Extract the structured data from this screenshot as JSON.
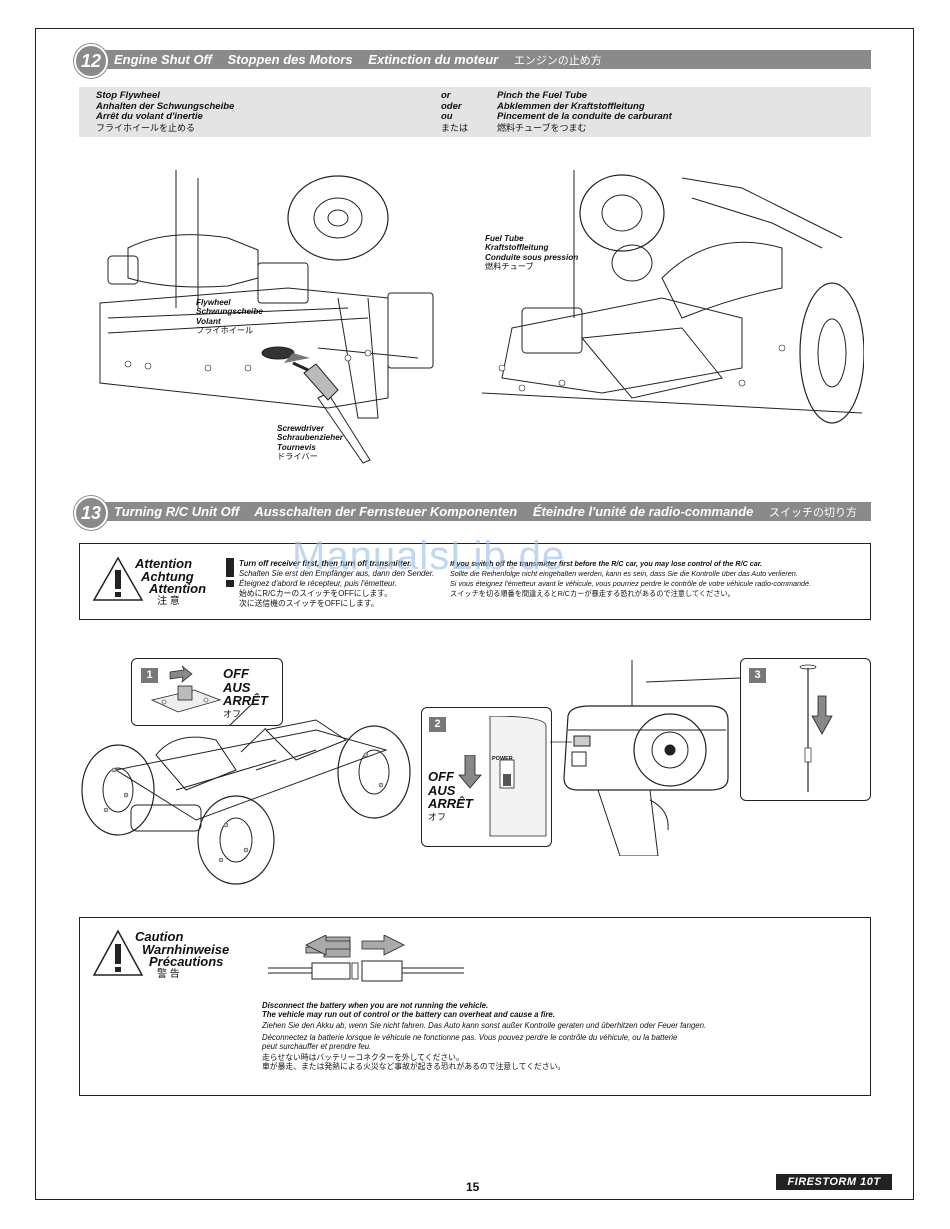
{
  "sections": {
    "s12": {
      "number": "12",
      "titles": [
        "Engine Shut Off",
        "Stoppen des Motors",
        "Extinction du moteur",
        "エンジンの止め方"
      ],
      "left_instr": [
        "Stop Flywheel",
        "Anhalten der Schwungscheibe",
        "Arrêt du volant d'inertie",
        "フライホイールを止める"
      ],
      "or_words": [
        "or",
        "oder",
        "ou",
        "または"
      ],
      "right_instr": [
        "Pinch the Fuel Tube",
        "Abklemmen der Kraftstoffleitung",
        "Pincement de la conduite de carburant",
        "燃料チューブをつまむ"
      ],
      "flywheel_label": [
        "Flywheel",
        "Schwungscheibe",
        "Volant",
        "フライホイール"
      ],
      "screwdriver_label": [
        "Screwdriver",
        "Schraubenzieher",
        "Tournevis",
        "ドライバー"
      ],
      "fueltube_label": [
        "Fuel Tube",
        "Kraftstoffleitung",
        "Conduite sous pression",
        "燃料チューブ"
      ]
    },
    "s13": {
      "number": "13",
      "titles": [
        "Turning R/C Unit Off",
        "Ausschalten der Fernsteuer Komponenten",
        "Éteindre l'unité de radio-commande",
        "スイッチの切り方"
      ],
      "attention_head": [
        "Attention",
        "Achtung",
        "Attention",
        "注 意"
      ],
      "attention_left": [
        "Turn off receiver first, then turn off transmitter.",
        "Schalten Sie erst den Empfänger aus, dann den Sender.",
        "Éteignez d'abord le récepteur, puis l'émetteur.",
        "始めにR/CカーのスイッチをOFFにします。",
        "次に送信機のスイッチをOFFにします。"
      ],
      "attention_right": [
        "If you switch off the transmitter first before the R/C car, you may lose control of the R/C car.",
        "Sollte die Reihenfolge nicht eingehalten werden, kann es sein, dass Sie die Kontrolle über das Auto verlieren.",
        "Si vous éteignez l'émetteur avant le véhicule, vous pourriez perdre le contrôle de votre véhicule radio-commandé.",
        "スイッチを切る順番を間違えるとR/Cカーが暴走する恐れがあるので注意してください。"
      ],
      "step1": "1",
      "step2": "2",
      "step3": "3",
      "off_words": [
        "OFF",
        "AUS",
        "ARRÊT",
        "オフ"
      ],
      "power_label": "POWER"
    },
    "caution": {
      "head": [
        "Caution",
        "Warnhinweise",
        "Précautions",
        "警 告"
      ],
      "lines": [
        "Disconnect the battery when you are not running the vehicle.",
        "The vehicle may run out of control or the battery can overheat and cause a fire.",
        "Ziehen Sie den Akku ab, wenn Sie nicht fahren. Das Auto kann sonst außer Kontrolle geraten und überhitzen oder Feuer fangen.",
        "Déconnectez la batterie lorsque le véhicule ne fonctionne pas. Vous pouvez perdre le contrôle du véhicule, ou la batterie",
        "peut surchauffer et prendre feu.",
        "走らせない時はバッテリーコネクターを外してください。",
        "車が暴走、または発熱による火災など事故が起きる恐れがあるので注意してください。"
      ]
    }
  },
  "watermark": "ManualsLib.de",
  "page_number": "15",
  "logo": "FIRESTORM 10T"
}
